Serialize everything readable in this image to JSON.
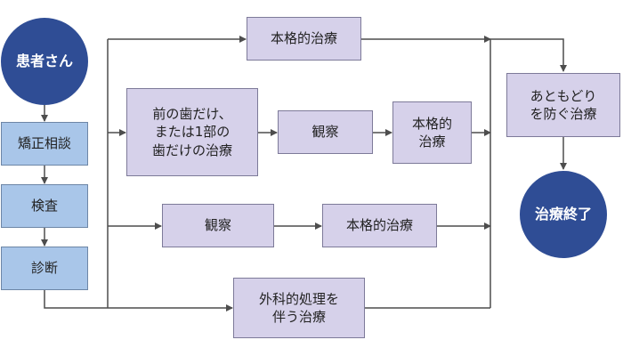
{
  "start": "患者さん",
  "steps": [
    "矯正相談",
    "検査",
    "診断"
  ],
  "paths": {
    "top": "本格的治療",
    "partial": "前の歯だけ、\nまたは1部の\n歯だけの治療",
    "partial_observe": "観察",
    "partial_main": "本格的\n治療",
    "observe": "観察",
    "observe_main": "本格的治療",
    "surgical": "外科的処理を\n伴う治療"
  },
  "retention": "あともどり\nを防ぐ治療",
  "end": "治療終了",
  "colors": {
    "circle": "#2f4d95",
    "step_box": "#a9c6e9",
    "path_box": "#d6d1ea",
    "line": "#4d4d4d"
  }
}
